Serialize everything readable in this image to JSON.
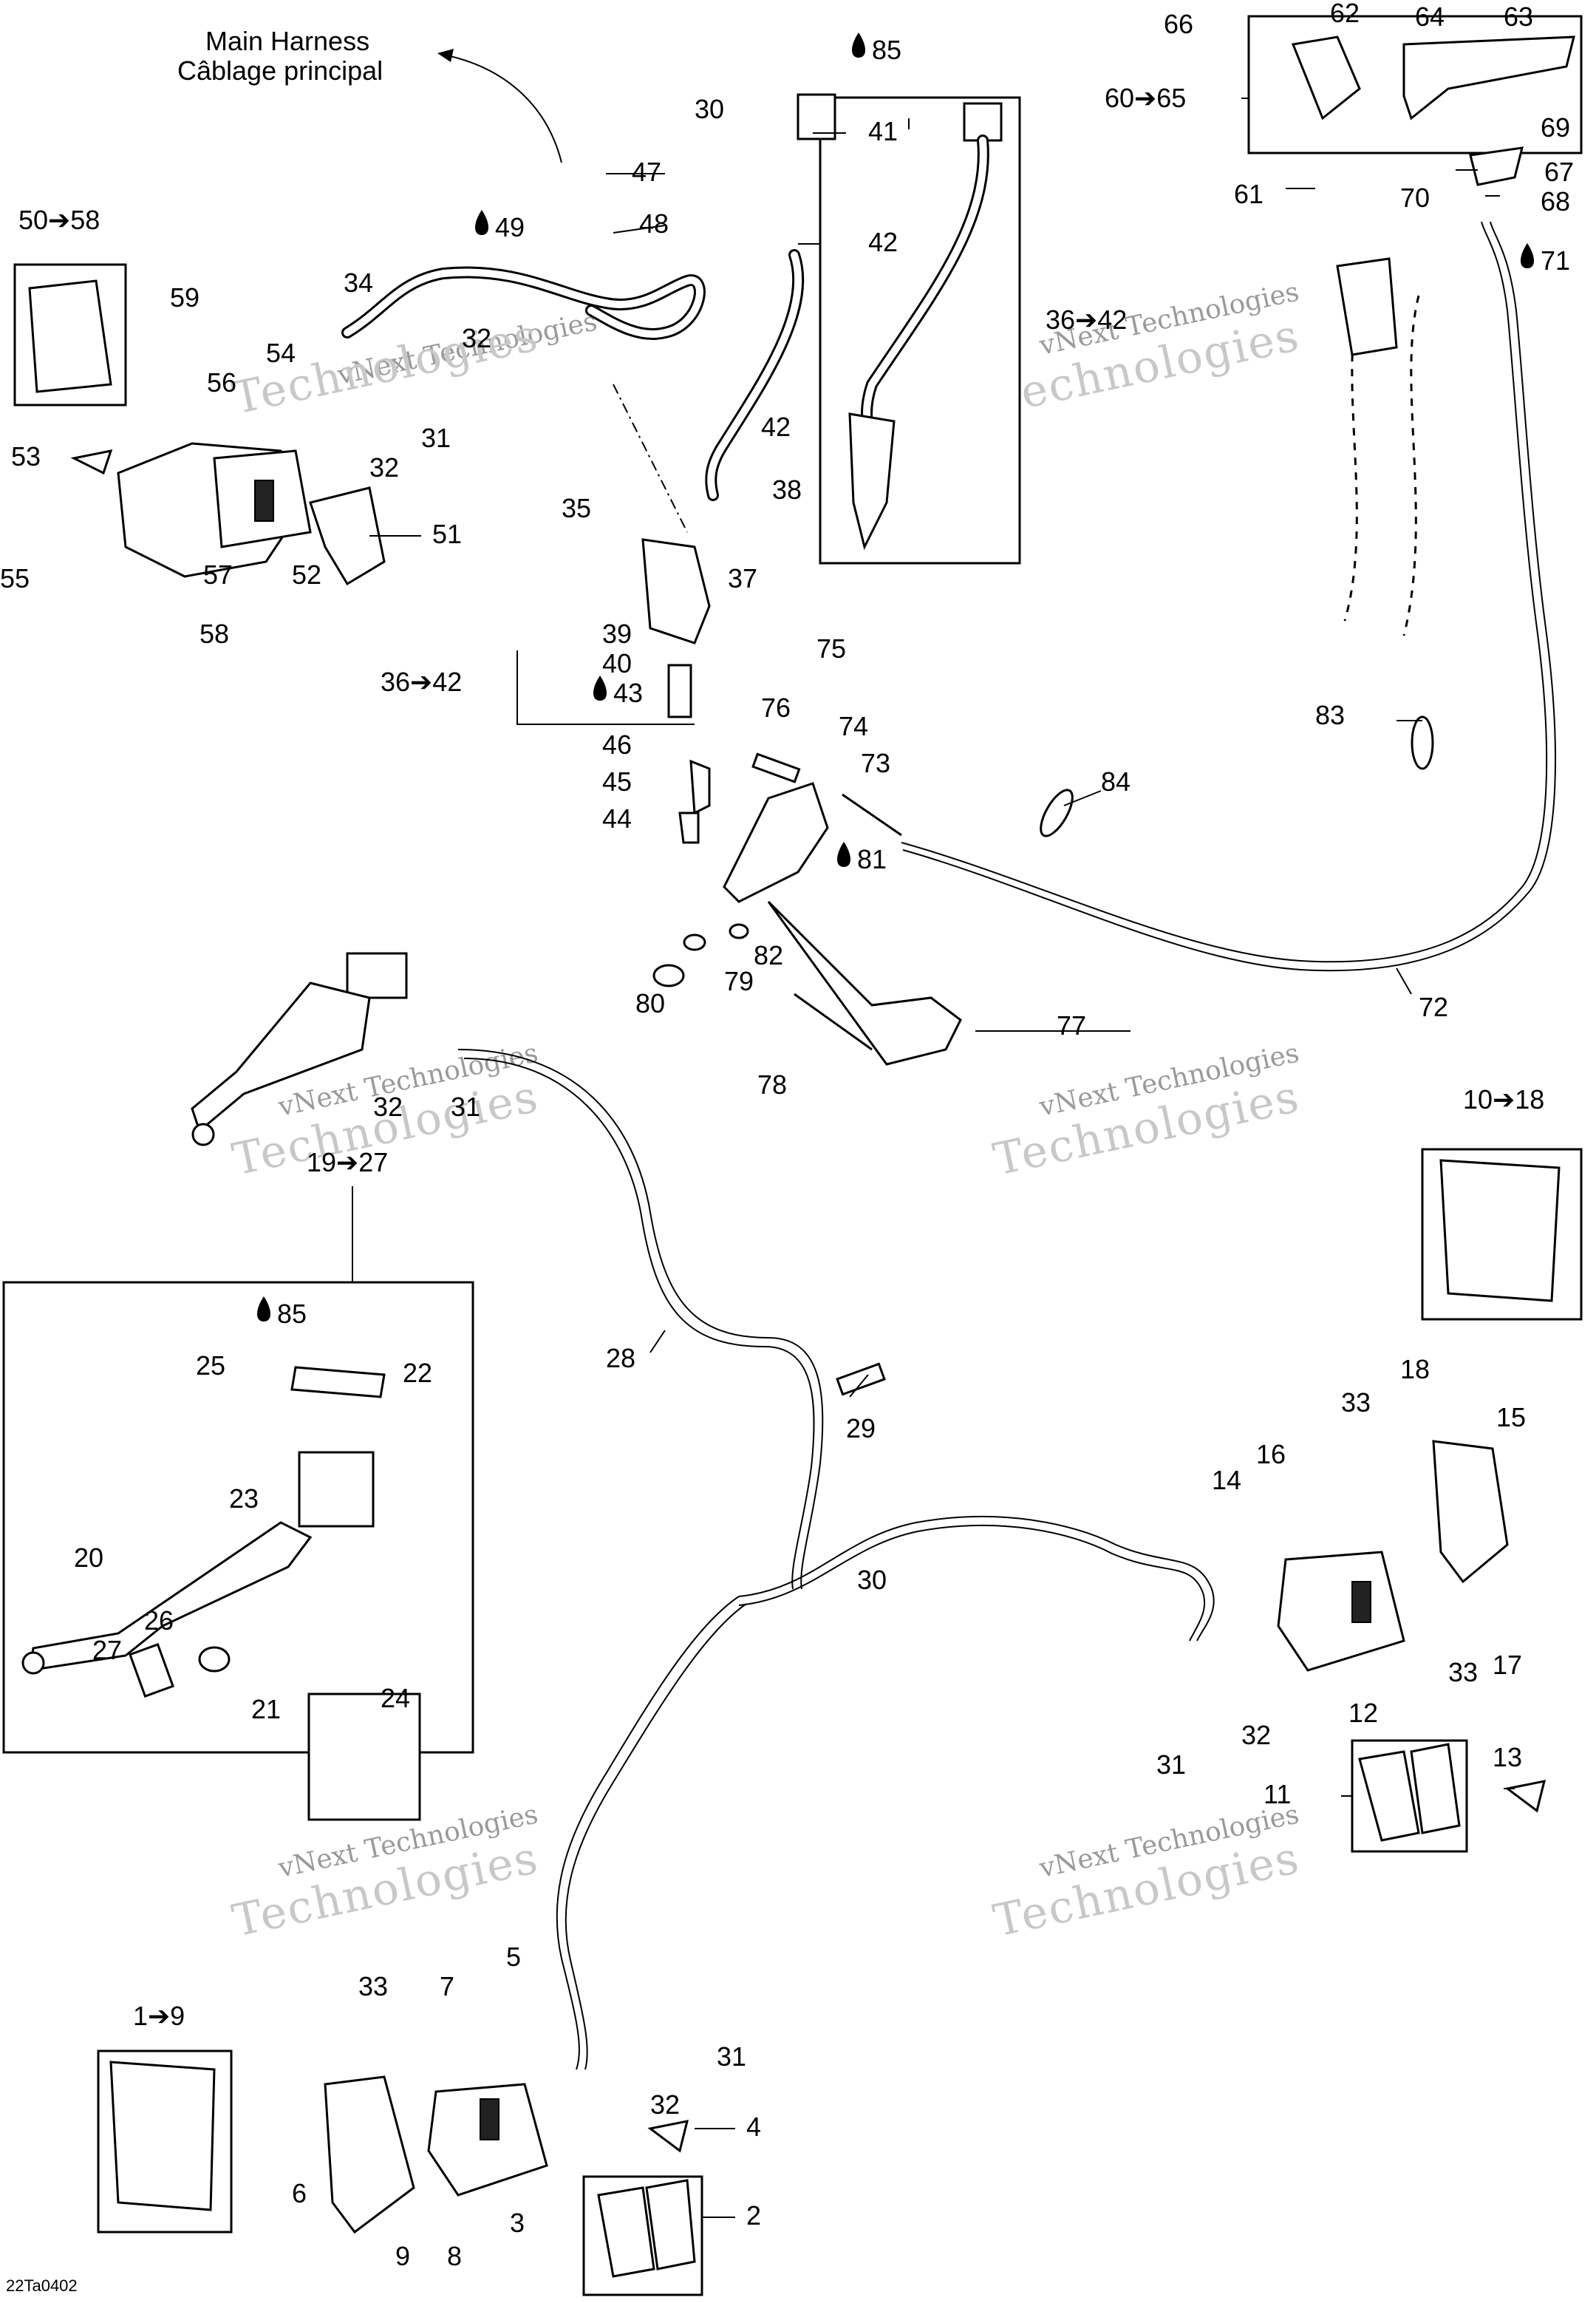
{
  "harness_note": {
    "line1": "Main Harness",
    "line2": "Câblage principal"
  },
  "watermark": {
    "company": "vNext Technologies",
    "word": "Technologies"
  },
  "figure_code": "22Ta0402",
  "callouts": [
    {
      "id": "c85a",
      "text": "85",
      "drop": true
    },
    {
      "id": "c30a",
      "text": "30"
    },
    {
      "id": "c41",
      "text": "41"
    },
    {
      "id": "c42a",
      "text": "42"
    },
    {
      "id": "c36a",
      "text": "36➔42"
    },
    {
      "id": "c47",
      "text": "47"
    },
    {
      "id": "c48",
      "text": "48"
    },
    {
      "id": "c49",
      "text": "49",
      "drop": true
    },
    {
      "id": "c34",
      "text": "34"
    },
    {
      "id": "c32a",
      "text": "32"
    },
    {
      "id": "c59",
      "text": "59"
    },
    {
      "id": "c54",
      "text": "54"
    },
    {
      "id": "c56",
      "text": "56"
    },
    {
      "id": "c31a",
      "text": "31"
    },
    {
      "id": "c32b",
      "text": "32"
    },
    {
      "id": "c53",
      "text": "53"
    },
    {
      "id": "c51",
      "text": "51"
    },
    {
      "id": "c55",
      "text": "55"
    },
    {
      "id": "c57",
      "text": "57"
    },
    {
      "id": "c52",
      "text": "52"
    },
    {
      "id": "c58",
      "text": "58"
    },
    {
      "id": "c50",
      "text": "50➔58"
    },
    {
      "id": "c42b",
      "text": "42"
    },
    {
      "id": "c38",
      "text": "38"
    },
    {
      "id": "c35",
      "text": "35"
    },
    {
      "id": "c37",
      "text": "37"
    },
    {
      "id": "c39",
      "text": "39"
    },
    {
      "id": "c40",
      "text": "40"
    },
    {
      "id": "c43",
      "text": "43",
      "drop": true
    },
    {
      "id": "c36b",
      "text": "36➔42"
    },
    {
      "id": "c46",
      "text": "46"
    },
    {
      "id": "c45",
      "text": "45"
    },
    {
      "id": "c44",
      "text": "44"
    },
    {
      "id": "c66",
      "text": "66"
    },
    {
      "id": "c62",
      "text": "62"
    },
    {
      "id": "c64",
      "text": "64"
    },
    {
      "id": "c63",
      "text": "63"
    },
    {
      "id": "c60",
      "text": "60➔65"
    },
    {
      "id": "c69",
      "text": "69"
    },
    {
      "id": "c67",
      "text": "67"
    },
    {
      "id": "c61",
      "text": "61"
    },
    {
      "id": "c70",
      "text": "70"
    },
    {
      "id": "c68",
      "text": "68"
    },
    {
      "id": "c71",
      "text": "71",
      "drop": true
    },
    {
      "id": "c76",
      "text": "76"
    },
    {
      "id": "c75",
      "text": "75"
    },
    {
      "id": "c74",
      "text": "74"
    },
    {
      "id": "c73",
      "text": "73"
    },
    {
      "id": "c84",
      "text": "84"
    },
    {
      "id": "c83",
      "text": "83"
    },
    {
      "id": "c81",
      "text": "81",
      "drop": true
    },
    {
      "id": "c82",
      "text": "82"
    },
    {
      "id": "c79",
      "text": "79"
    },
    {
      "id": "c80",
      "text": "80"
    },
    {
      "id": "c77",
      "text": "77"
    },
    {
      "id": "c78",
      "text": "78"
    },
    {
      "id": "c72",
      "text": "72"
    },
    {
      "id": "c32c",
      "text": "32"
    },
    {
      "id": "c31b",
      "text": "31"
    },
    {
      "id": "c19",
      "text": "19➔27"
    },
    {
      "id": "c85b",
      "text": "85",
      "drop": true
    },
    {
      "id": "c22",
      "text": "22"
    },
    {
      "id": "c25",
      "text": "25"
    },
    {
      "id": "c23",
      "text": "23"
    },
    {
      "id": "c20",
      "text": "20"
    },
    {
      "id": "c26",
      "text": "26"
    },
    {
      "id": "c27",
      "text": "27"
    },
    {
      "id": "c21",
      "text": "21"
    },
    {
      "id": "c24",
      "text": "24"
    },
    {
      "id": "c28",
      "text": "28"
    },
    {
      "id": "c29",
      "text": "29"
    },
    {
      "id": "c30b",
      "text": "30"
    },
    {
      "id": "c10",
      "text": "10➔18"
    },
    {
      "id": "c18",
      "text": "18"
    },
    {
      "id": "c33a",
      "text": "33"
    },
    {
      "id": "c15",
      "text": "15"
    },
    {
      "id": "c16",
      "text": "16"
    },
    {
      "id": "c14",
      "text": "14"
    },
    {
      "id": "c33b",
      "text": "33"
    },
    {
      "id": "c17",
      "text": "17"
    },
    {
      "id": "c12",
      "text": "12"
    },
    {
      "id": "c32d",
      "text": "32"
    },
    {
      "id": "c31c",
      "text": "31"
    },
    {
      "id": "c11",
      "text": "11"
    },
    {
      "id": "c13",
      "text": "13"
    },
    {
      "id": "c1",
      "text": "1➔9"
    },
    {
      "id": "c33c",
      "text": "33"
    },
    {
      "id": "c7",
      "text": "7"
    },
    {
      "id": "c5",
      "text": "5"
    },
    {
      "id": "c31d",
      "text": "31"
    },
    {
      "id": "c32e",
      "text": "32"
    },
    {
      "id": "c4",
      "text": "4"
    },
    {
      "id": "c6",
      "text": "6"
    },
    {
      "id": "c9",
      "text": "9"
    },
    {
      "id": "c8",
      "text": "8"
    },
    {
      "id": "c3",
      "text": "3"
    },
    {
      "id": "c2",
      "text": "2"
    }
  ]
}
